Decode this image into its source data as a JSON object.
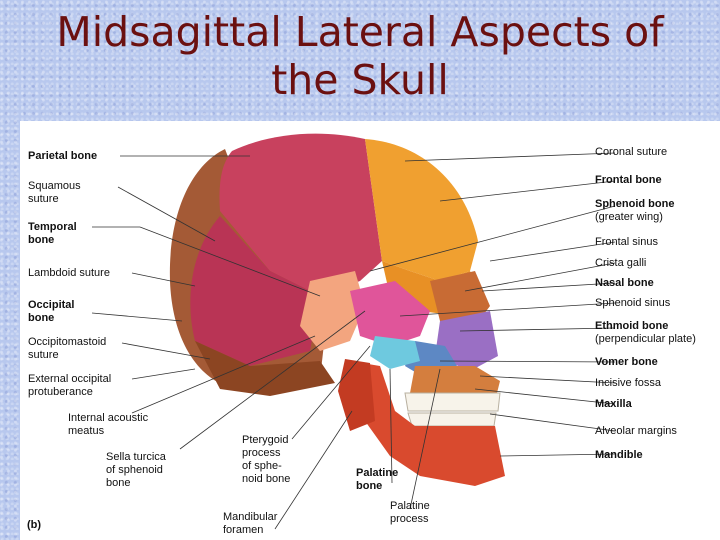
{
  "title": {
    "line1": "Midsagittal Lateral Aspects of",
    "line2": "the Skull"
  },
  "figure_id": "(b)",
  "labels": {
    "parietal_bone": "Parietal bone",
    "squamous_suture": [
      "Squamous",
      "suture"
    ],
    "temporal_bone": [
      "Temporal",
      "bone"
    ],
    "lambdoid_suture": "Lambdoid suture",
    "occipital_bone": [
      "Occipital",
      "bone"
    ],
    "occipitomastoid_suture": [
      "Occipitomastoid",
      "suture"
    ],
    "external_occipital_protuberance": [
      "External occipital",
      "protuberance"
    ],
    "internal_acoustic_meatus": [
      "Internal acoustic",
      "meatus"
    ],
    "sella_turcica": [
      "Sella turcica",
      "of sphenoid",
      "bone"
    ],
    "pterygoid_process": [
      "Pterygoid",
      "process",
      "of sphe-",
      "noid bone"
    ],
    "mandibular_foramen": [
      "Mandibular",
      "foramen"
    ],
    "palatine_bone": [
      "Palatine",
      "bone"
    ],
    "palatine_process": [
      "Palatine",
      "process"
    ],
    "coronal_suture": "Coronal suture",
    "frontal_bone": "Frontal bone",
    "sphenoid_bone": [
      "Sphenoid bone",
      "(greater wing)"
    ],
    "frontal_sinus": "Frontal sinus",
    "crista_galli": "Crista galli",
    "nasal_bone": "Nasal bone",
    "sphenoid_sinus": "Sphenoid sinus",
    "ethmoid_bone": [
      "Ethmoid bone",
      "(perpendicular plate)"
    ],
    "vomer_bone": "Vomer bone",
    "incisive_fossa": "Incisive fossa",
    "maxilla": "Maxilla",
    "alveolar_margins": "Alveolar margins",
    "mandible": "Mandible"
  },
  "colors": {
    "parietal": "#c8415e",
    "frontal": "#f0a030",
    "occipital": "#a45a36",
    "temporal": "#f3a57f",
    "sphenoid": "#e0559a",
    "ethmoid": "#9a6fc4",
    "vomer": "#5d88c4",
    "palatine": "#6ec9df",
    "maxilla": "#d47e3e",
    "mandible": "#d94a2e",
    "nasal": "#c86b34",
    "leader_line": "#333333",
    "title": "#6b1010"
  }
}
